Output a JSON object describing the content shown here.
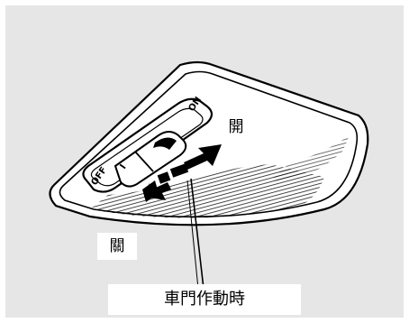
{
  "labels": {
    "open": "開",
    "close": "關",
    "door_activated": "車門作動時"
  },
  "switch": {
    "on": "ON",
    "off": "OFF",
    "middle": "I"
  },
  "colors": {
    "panel_background": "#e6e6e6",
    "ink": "#000000"
  }
}
